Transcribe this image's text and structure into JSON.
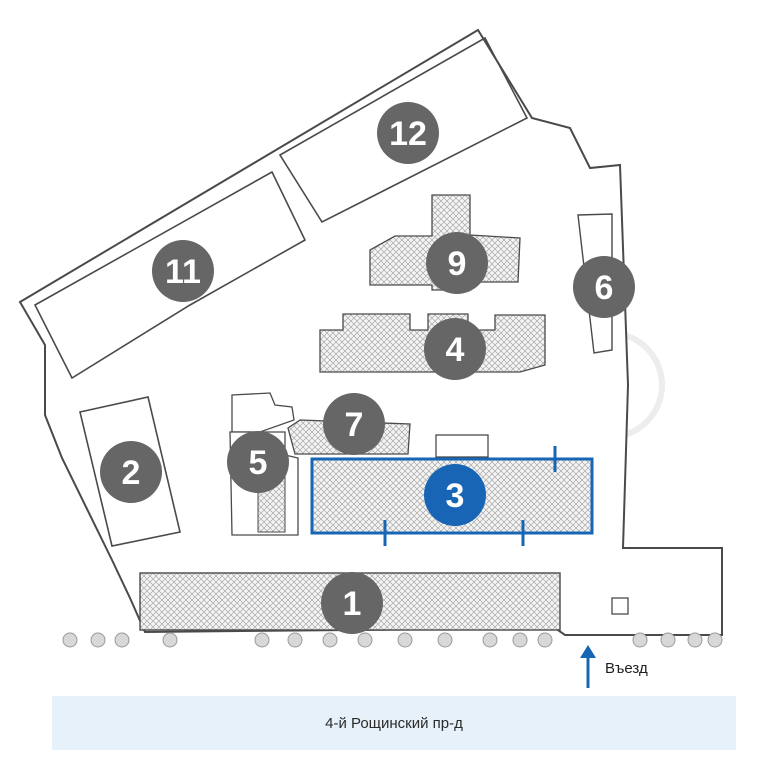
{
  "buildings": {
    "b1": {
      "label": "1"
    },
    "b2": {
      "label": "2"
    },
    "b3": {
      "label": "3",
      "highlighted": true
    },
    "b4": {
      "label": "4"
    },
    "b5": {
      "label": "5"
    },
    "b6": {
      "label": "6"
    },
    "b7": {
      "label": "7"
    },
    "b9": {
      "label": "9"
    },
    "b11": {
      "label": "11"
    },
    "b12": {
      "label": "12"
    }
  },
  "entry": {
    "label": "Въезд"
  },
  "street": {
    "name": "4-й Рощинский пр-д"
  },
  "colors": {
    "highlight": "#1765b4",
    "marker": "#666666",
    "outline": "#3a3a3a",
    "street_band": "#e7f1f9",
    "arrow": "#1765b4"
  }
}
